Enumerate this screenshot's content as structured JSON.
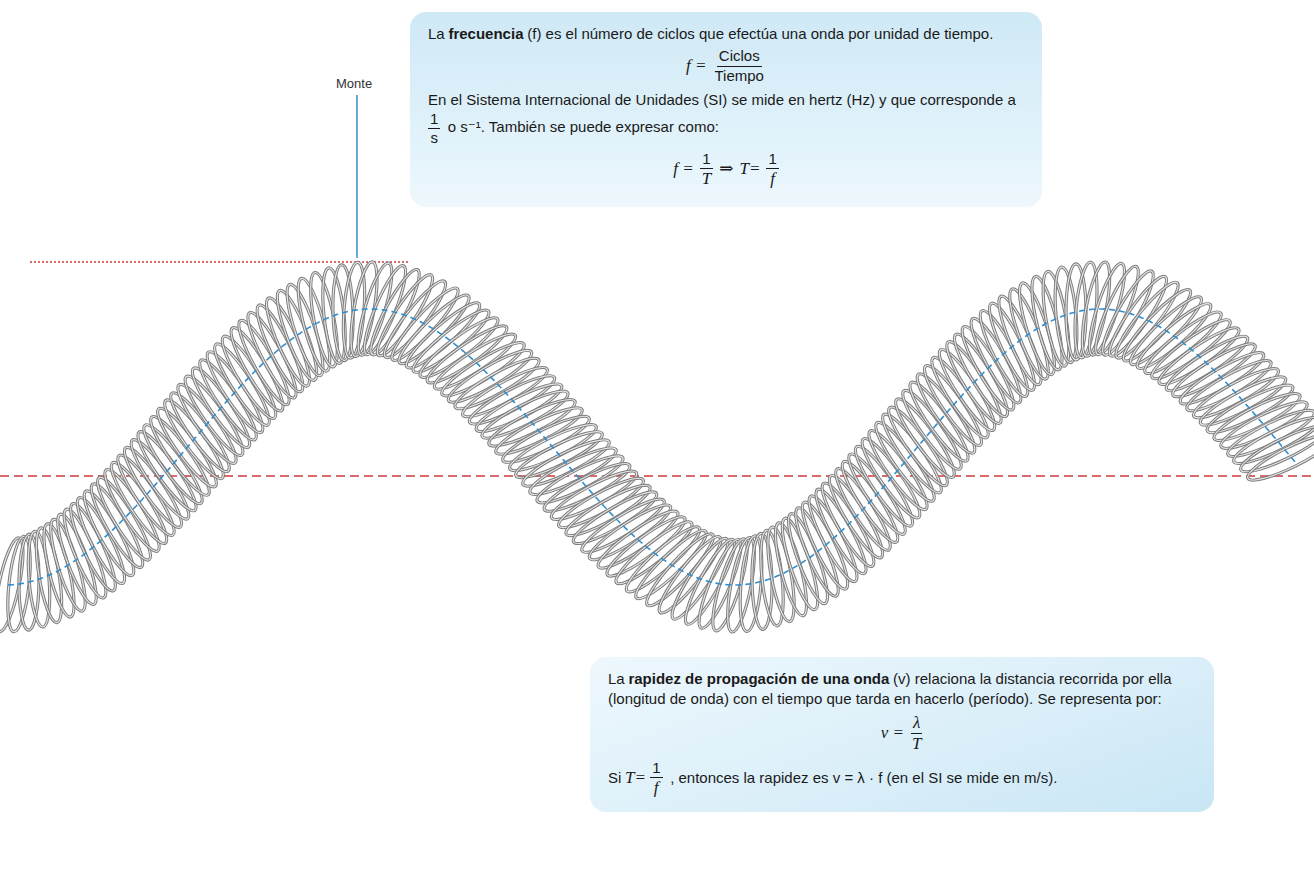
{
  "diagram": {
    "nodes": [
      {
        "text": [
          "La",
          "frecuencia",
          "(f) es el número de ciclos que efectúa una onda por unidad de tiempo.",
          "f =",
          "Ciclos",
          "Tiempo",
          "En el Sistema Internacional de Unidades (SI) se mide en hertz (Hz) y que corresponde a",
          "1",
          "s",
          "o s⁻¹. También se puede expresar como:",
          "f =",
          "1",
          "T",
          "⇒",
          "T=",
          "1",
          "f"
        ]
      },
      {
        "text": [
          "La",
          "rapidez de propagación de una onda",
          "(v) relaciona la distancia recorrida por ella (longitud de onda) con el tiempo que tarda en hacerlo (período). Se representa por:",
          "v =",
          "λ",
          "T",
          "Si",
          "T=",
          "1",
          "f",
          ", entonces la rapidez es v = λ · f (en el SI se mide en m/s)."
        ]
      }
    ],
    "labels": [
      "Monte"
    ]
  }
}
